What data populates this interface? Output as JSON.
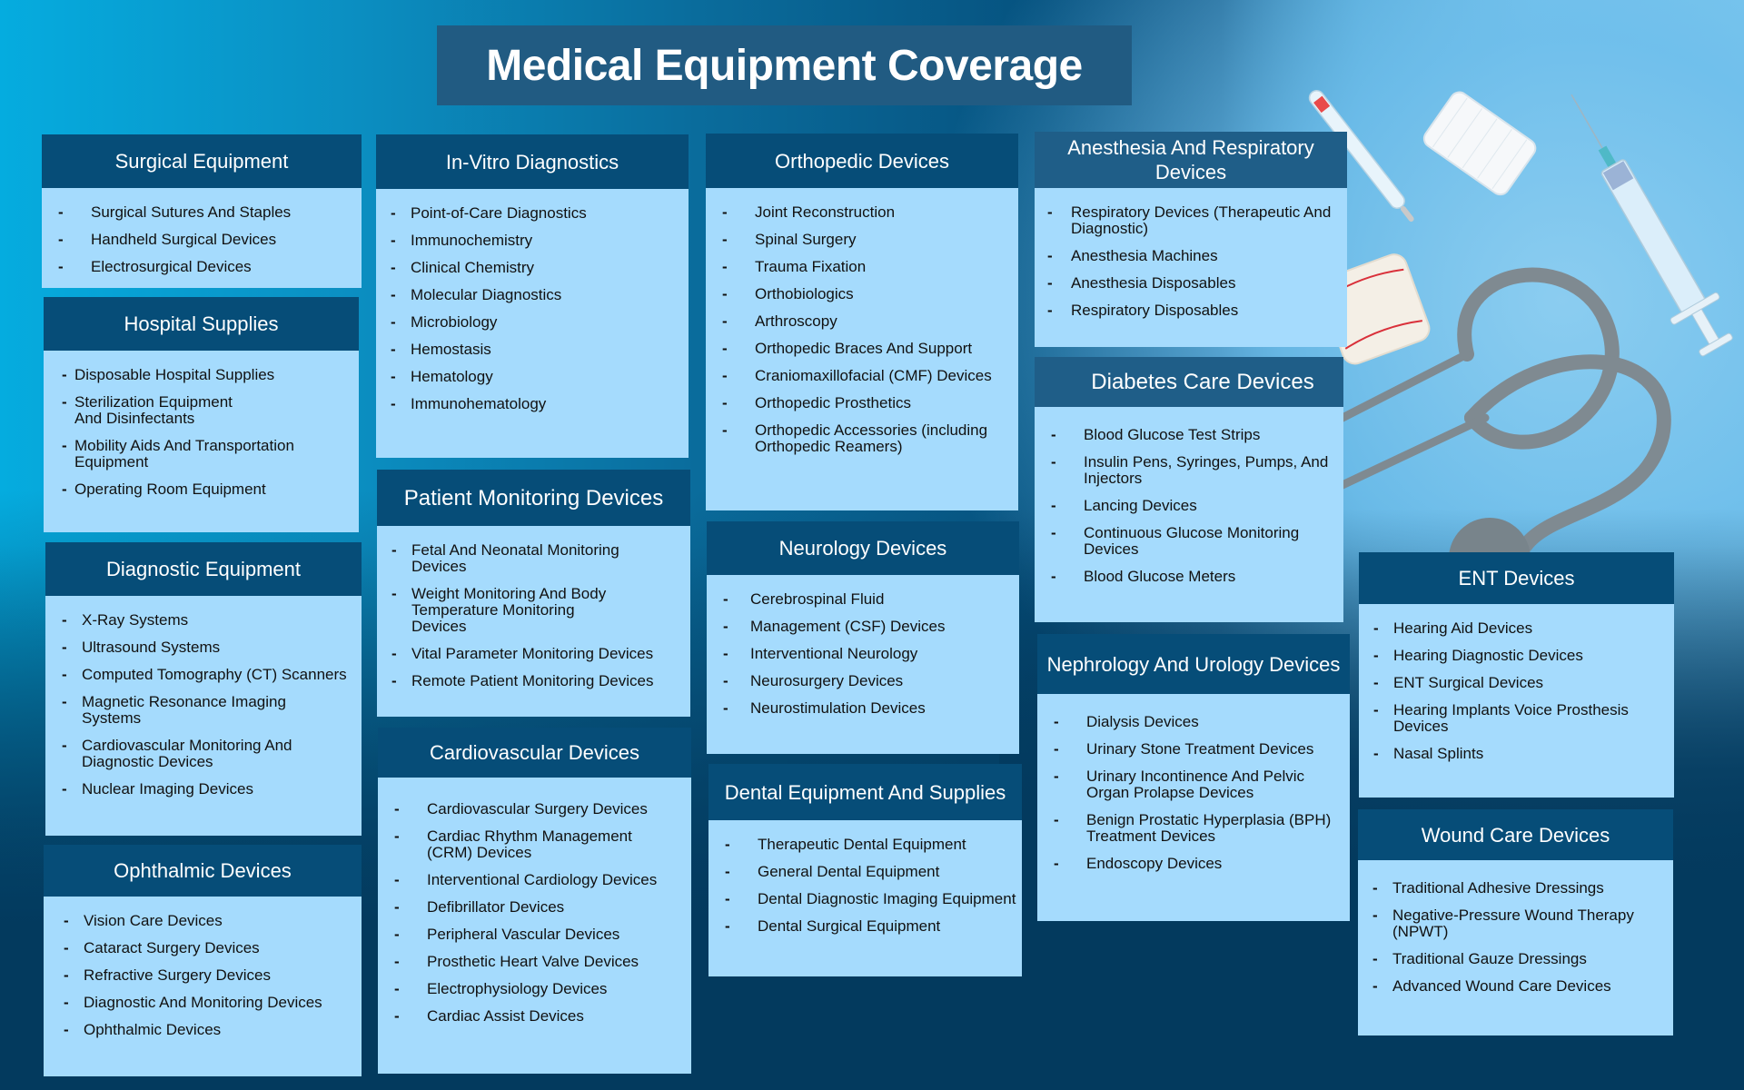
{
  "title": "Medical Equipment Coverage",
  "colors": {
    "header_bg": "#064d78",
    "header_bg_light": "#1f5e88",
    "body_bg": "#a5dbfd",
    "title_bg": "#215b82",
    "dark_bg": "#033a5e"
  },
  "bullet": "-",
  "categories": [
    {
      "name": "Surgical Equipment",
      "items": [
        "Surgical Sutures And Staples",
        "Handheld Surgical Devices",
        "Electrosurgical Devices"
      ]
    },
    {
      "name": "Hospital Supplies",
      "items": [
        "Disposable Hospital Supplies",
        "Sterilization Equipment And Disinfectants",
        "Mobility Aids And Transportation Equipment",
        "Operating Room Equipment"
      ]
    },
    {
      "name": "Diagnostic Equipment",
      "items": [
        "X-Ray Systems",
        "Ultrasound Systems",
        "Computed Tomography (CT) Scanners",
        "Magnetic Resonance Imaging Systems",
        "Cardiovascular Monitoring And Diagnostic Devices",
        "Nuclear Imaging Devices"
      ]
    },
    {
      "name": "Ophthalmic Devices",
      "items": [
        "Vision Care Devices",
        "Cataract Surgery Devices",
        "Refractive Surgery Devices",
        "Diagnostic And Monitoring Devices",
        "Ophthalmic Devices"
      ]
    },
    {
      "name": "In-Vitro Diagnostics",
      "items": [
        "Point-of-Care Diagnostics",
        "Immunochemistry",
        "Clinical Chemistry",
        "Molecular Diagnostics",
        "Microbiology",
        "Hemostasis",
        "Hematology",
        "Immunohematology"
      ]
    },
    {
      "name": "Patient Monitoring Devices",
      "items": [
        "Fetal And Neonatal Monitoring Devices",
        "Weight Monitoring And Body Temperature Monitoring Devices",
        "Vital Parameter Monitoring Devices",
        "Remote Patient Monitoring Devices"
      ]
    },
    {
      "name": "Cardiovascular Devices",
      "items": [
        "Cardiovascular Surgery Devices",
        "Cardiac Rhythm Management (CRM) Devices",
        "Interventional Cardiology Devices",
        "Defibrillator Devices",
        "Peripheral Vascular Devices",
        "Prosthetic Heart Valve Devices",
        "Electrophysiology Devices",
        "Cardiac Assist Devices"
      ]
    },
    {
      "name": "Orthopedic Devices",
      "items": [
        "Joint Reconstruction",
        "Spinal Surgery",
        "Trauma Fixation",
        "Orthobiologics",
        "Arthroscopy",
        "Orthopedic Braces And Support",
        "Craniomaxillofacial (CMF) Devices",
        "Orthopedic Prosthetics",
        "Orthopedic Accessories (including Orthopedic Reamers)"
      ]
    },
    {
      "name": "Neurology Devices",
      "items": [
        "Cerebrospinal Fluid",
        "Management (CSF) Devices",
        "Interventional Neurology",
        "Neurosurgery Devices",
        "Neurostimulation Devices"
      ]
    },
    {
      "name": "Dental Equipment And Supplies",
      "items": [
        "Therapeutic Dental Equipment",
        "General Dental Equipment",
        "Dental Diagnostic Imaging Equipment",
        "Dental Surgical Equipment"
      ]
    },
    {
      "name": "Anesthesia And Respiratory Devices",
      "items": [
        "Respiratory Devices (Therapeutic And Diagnostic)",
        "Anesthesia Machines",
        "Anesthesia Disposables",
        "Respiratory Disposables"
      ]
    },
    {
      "name": "Diabetes Care Devices",
      "items": [
        "Blood Glucose Test Strips",
        "Insulin Pens, Syringes, Pumps, And Injectors",
        "Lancing Devices",
        "Continuous Glucose Monitoring Devices",
        "Blood Glucose Meters"
      ]
    },
    {
      "name": "Nephrology And Urology Devices",
      "items": [
        "Dialysis Devices",
        "Urinary Stone Treatment Devices",
        "Urinary Incontinence And Pelvic Organ Prolapse Devices",
        "Benign Prostatic Hyperplasia (BPH) Treatment Devices",
        "Endoscopy Devices"
      ]
    },
    {
      "name": "ENT Devices",
      "items": [
        "Hearing Aid Devices",
        "Hearing Diagnostic Devices",
        "ENT Surgical Devices",
        "Hearing Implants Voice Prosthesis Devices",
        "Nasal Splints"
      ]
    },
    {
      "name": "Wound Care Devices",
      "items": [
        "Traditional Adhesive Dressings",
        "Negative-Pressure Wound Therapy (NPWT)",
        "Traditional Gauze Dressings",
        "Advanced Wound Care Devices"
      ]
    }
  ]
}
